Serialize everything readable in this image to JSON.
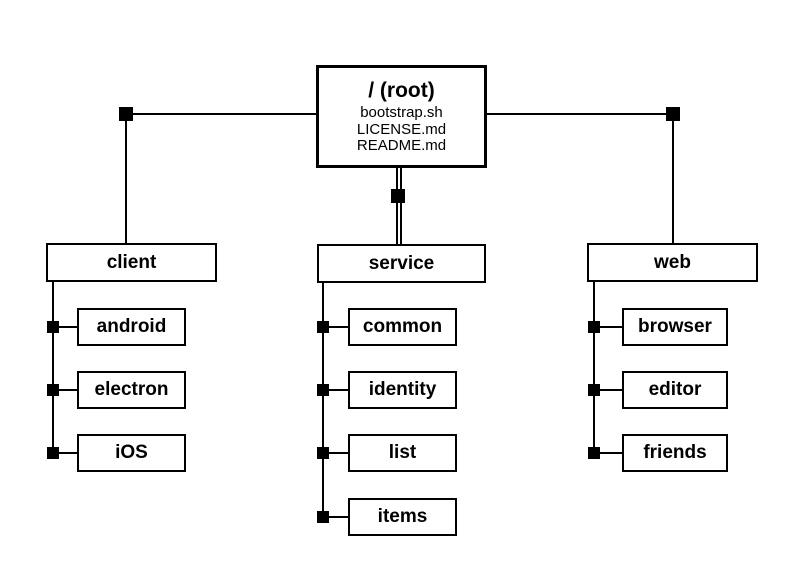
{
  "diagram": {
    "background": "#ffffff",
    "line_color": "#000000",
    "node_border_color": "#000000",
    "text_color": "#000000",
    "root": {
      "title": "/ (root)",
      "files": [
        "bootstrap.sh",
        "LICENSE.md",
        "README.md"
      ]
    },
    "branches": [
      {
        "label": "client",
        "children": [
          "android",
          "electron",
          "iOS"
        ]
      },
      {
        "label": "service",
        "children": [
          "common",
          "identity",
          "list",
          "items"
        ]
      },
      {
        "label": "web",
        "children": [
          "browser",
          "editor",
          "friends"
        ]
      }
    ]
  }
}
